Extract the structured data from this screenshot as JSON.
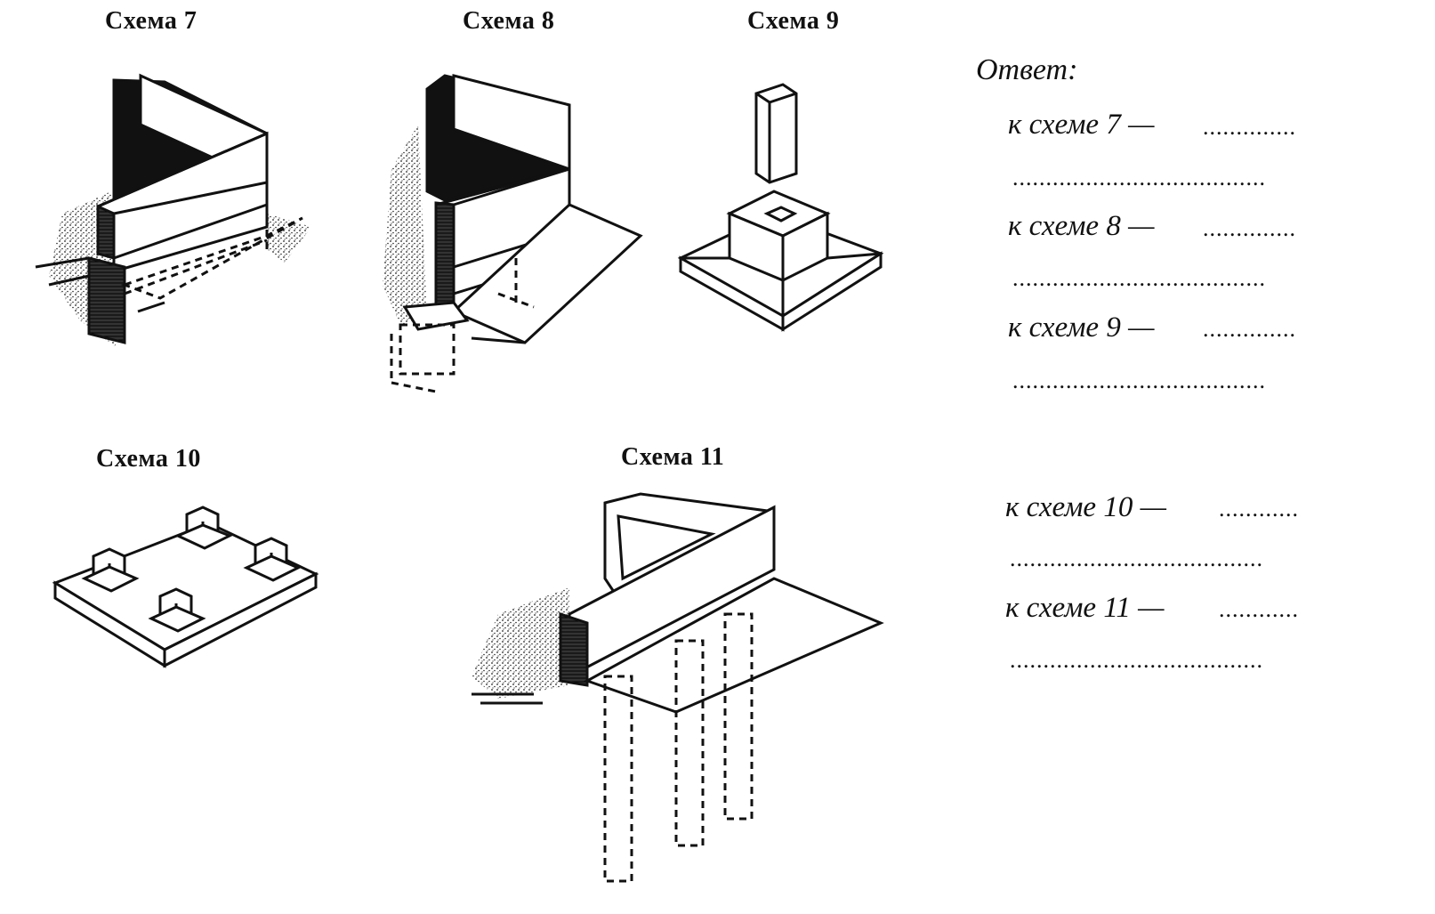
{
  "schemes": {
    "s7": "Схема 7",
    "s8": "Схема 8",
    "s9": "Схема 9",
    "s10": "Схема 10",
    "s11": "Схема 11"
  },
  "answer": {
    "title": "Ответ:",
    "rows": [
      {
        "label": "к схеме 7 —",
        "blank": "..............",
        "blank2": "......................................"
      },
      {
        "label": "к схеме 8 —",
        "blank": "..............",
        "blank2": "......................................"
      },
      {
        "label": "к схеме 9 —",
        "blank": "..............",
        "blank2": "......................................"
      },
      {
        "label": "к схеме 10 —",
        "blank": "............",
        "blank2": "......................................"
      },
      {
        "label": "к схеме 11 —",
        "blank": "............",
        "blank2": "......................................"
      }
    ]
  }
}
